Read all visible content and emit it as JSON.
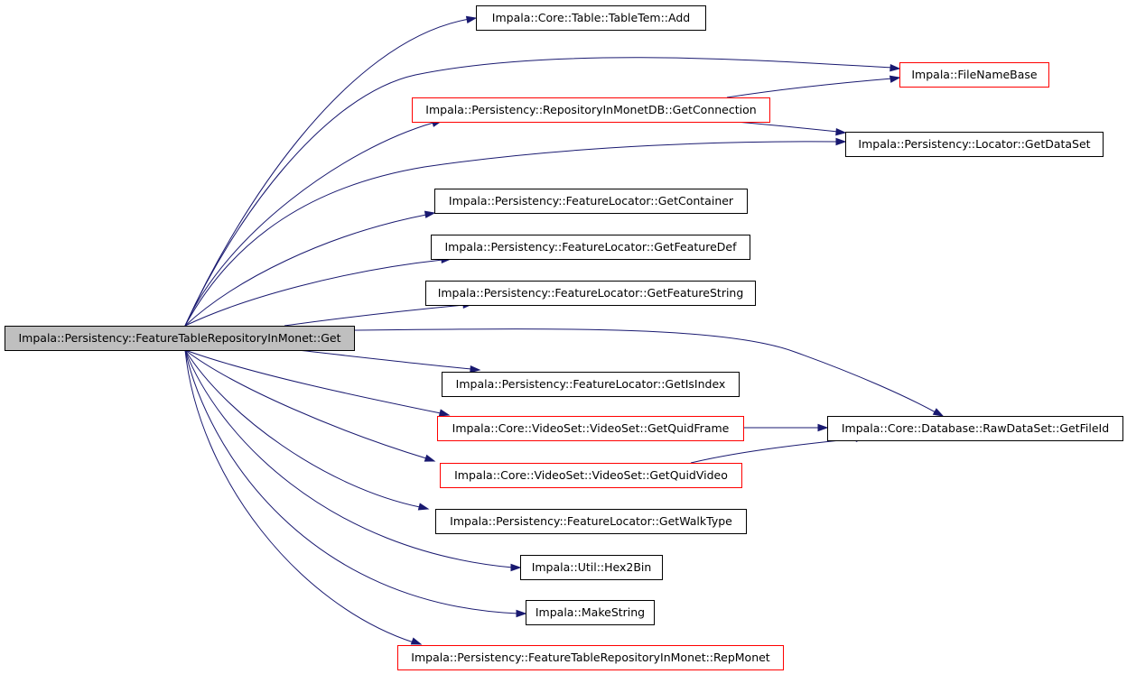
{
  "graph": {
    "colors": {
      "edge": "#191970",
      "root_fill": "#bfbfbf",
      "root_border": "#000000",
      "normal_border": "#000000",
      "documented_border": "#ff0000",
      "node_fill": "#ffffff"
    },
    "root": {
      "id": "root",
      "label": "Impala::Persistency::FeatureTableRepositoryInMonet::Get",
      "style": "root"
    },
    "nodes": [
      {
        "id": "add",
        "label": "Impala::Core::Table::TableTem::Add",
        "style": "black"
      },
      {
        "id": "filenamebase",
        "label": "Impala::FileNameBase",
        "style": "red"
      },
      {
        "id": "getconnection",
        "label": "Impala::Persistency::RepositoryInMonetDB::GetConnection",
        "style": "red"
      },
      {
        "id": "getdataset",
        "label": "Impala::Persistency::Locator::GetDataSet",
        "style": "black"
      },
      {
        "id": "getcontainer",
        "label": "Impala::Persistency::FeatureLocator::GetContainer",
        "style": "black"
      },
      {
        "id": "getfeaturedef",
        "label": "Impala::Persistency::FeatureLocator::GetFeatureDef",
        "style": "black"
      },
      {
        "id": "getfeaturestring",
        "label": "Impala::Persistency::FeatureLocator::GetFeatureString",
        "style": "black"
      },
      {
        "id": "getisindex",
        "label": "Impala::Persistency::FeatureLocator::GetIsIndex",
        "style": "black"
      },
      {
        "id": "getquidframe",
        "label": "Impala::Core::VideoSet::VideoSet::GetQuidFrame",
        "style": "red"
      },
      {
        "id": "getfileid",
        "label": "Impala::Core::Database::RawDataSet::GetFileId",
        "style": "black"
      },
      {
        "id": "getquidvideo",
        "label": "Impala::Core::VideoSet::VideoSet::GetQuidVideo",
        "style": "red"
      },
      {
        "id": "getwalktype",
        "label": "Impala::Persistency::FeatureLocator::GetWalkType",
        "style": "black"
      },
      {
        "id": "hex2bin",
        "label": "Impala::Util::Hex2Bin",
        "style": "black"
      },
      {
        "id": "makestring",
        "label": "Impala::MakeString",
        "style": "black"
      },
      {
        "id": "repmonet",
        "label": "Impala::Persistency::FeatureTableRepositoryInMonet::RepMonet",
        "style": "red"
      }
    ],
    "edges": [
      {
        "from": "root",
        "to": "add"
      },
      {
        "from": "root",
        "to": "filenamebase"
      },
      {
        "from": "root",
        "to": "getconnection"
      },
      {
        "from": "root",
        "to": "getdataset"
      },
      {
        "from": "root",
        "to": "getcontainer"
      },
      {
        "from": "root",
        "to": "getfeaturedef"
      },
      {
        "from": "root",
        "to": "getfeaturestring"
      },
      {
        "from": "root",
        "to": "getfileid"
      },
      {
        "from": "root",
        "to": "getisindex"
      },
      {
        "from": "root",
        "to": "getquidframe"
      },
      {
        "from": "root",
        "to": "getquidvideo"
      },
      {
        "from": "root",
        "to": "getwalktype"
      },
      {
        "from": "root",
        "to": "hex2bin"
      },
      {
        "from": "root",
        "to": "makestring"
      },
      {
        "from": "root",
        "to": "repmonet"
      },
      {
        "from": "getconnection",
        "to": "filenamebase"
      },
      {
        "from": "getconnection",
        "to": "getdataset"
      },
      {
        "from": "getquidframe",
        "to": "getfileid"
      },
      {
        "from": "getquidvideo",
        "to": "getfileid"
      }
    ]
  }
}
